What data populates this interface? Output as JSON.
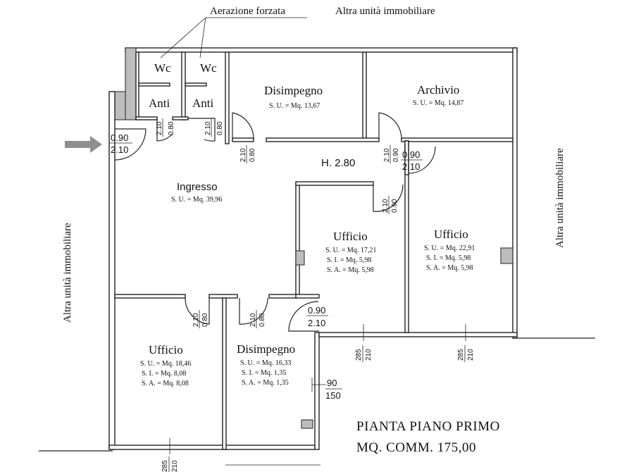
{
  "annotations": {
    "ventilation": "Aerazione forzata",
    "neighbor_top": "Altra unità immobiliare",
    "neighbor_left": "Altra unità immobiliare",
    "neighbor_right": "Altra unità immobiliare",
    "height": "H. 2.80"
  },
  "rooms": {
    "wc1": {
      "name": "Wc"
    },
    "wc2": {
      "name": "Wc"
    },
    "anti1": {
      "name": "Anti"
    },
    "anti2": {
      "name": "Anti"
    },
    "disimpegno_top": {
      "name": "Disimpegno",
      "su": "S. U. = Mq. 13,67"
    },
    "archivio": {
      "name": "Archivio",
      "su": "S. U. = Mq. 14,87"
    },
    "ingresso": {
      "name": "Ingresso",
      "su": "S. U. = Mq. 39,96"
    },
    "ufficio_center": {
      "name": "Ufficio",
      "su": "S. U. = Mq. 17,21",
      "si": "S. I. = Mq. 5,98",
      "sa": "S. A. = Mq. 5,98"
    },
    "ufficio_right": {
      "name": "Ufficio",
      "su": "S. U. = Mq. 22,91",
      "si": "S. I. = Mq. 5,98",
      "sa": "S. A. = Mq. 5,98"
    },
    "ufficio_bottom": {
      "name": "Ufficio",
      "su": "S. U. = Mq. 18,46",
      "si": "S. I. = Mq. 8,08",
      "sa": "S. A. = Mq. 8,08"
    },
    "disimpegno_bottom": {
      "name": "Disimpegno",
      "su": "S. U. = Mq. 16,33",
      "si": "S. I. = Mq. 1,35",
      "sa": "S. A. = Mq. 1,35"
    }
  },
  "doors": {
    "entrance": {
      "w": "0.90",
      "h": "2.10"
    },
    "anti1": {
      "w": "0.80",
      "h": "2.10"
    },
    "anti2": {
      "w": "0.80",
      "h": "2.10"
    },
    "disimpegno_top": {
      "w": "0.80",
      "h": "2.10"
    },
    "archivio": {
      "w": "0.90",
      "h": "2.10"
    },
    "ufficio_right": {
      "w": "0.90",
      "h": "2.10"
    },
    "ufficio_center": {
      "w": "0.90",
      "h": "2.10"
    },
    "ufficio_bottom": {
      "w": "0.80",
      "h": "2.10"
    },
    "disimpegno_bottom": {
      "w": "0.80",
      "h": "2.10"
    },
    "bottom_passage": {
      "w": "0.90",
      "h": "2.10"
    }
  },
  "windows": {
    "center": {
      "w": "285",
      "h": "210"
    },
    "right": {
      "w": "285",
      "h": "210"
    },
    "bottom_left": {
      "w": "285",
      "h": "210"
    },
    "side": {
      "w": "90",
      "h": "150"
    }
  },
  "title": {
    "line1": "PIANTA PIANO PRIMO",
    "line2": "MQ. COMM. 175,00"
  }
}
